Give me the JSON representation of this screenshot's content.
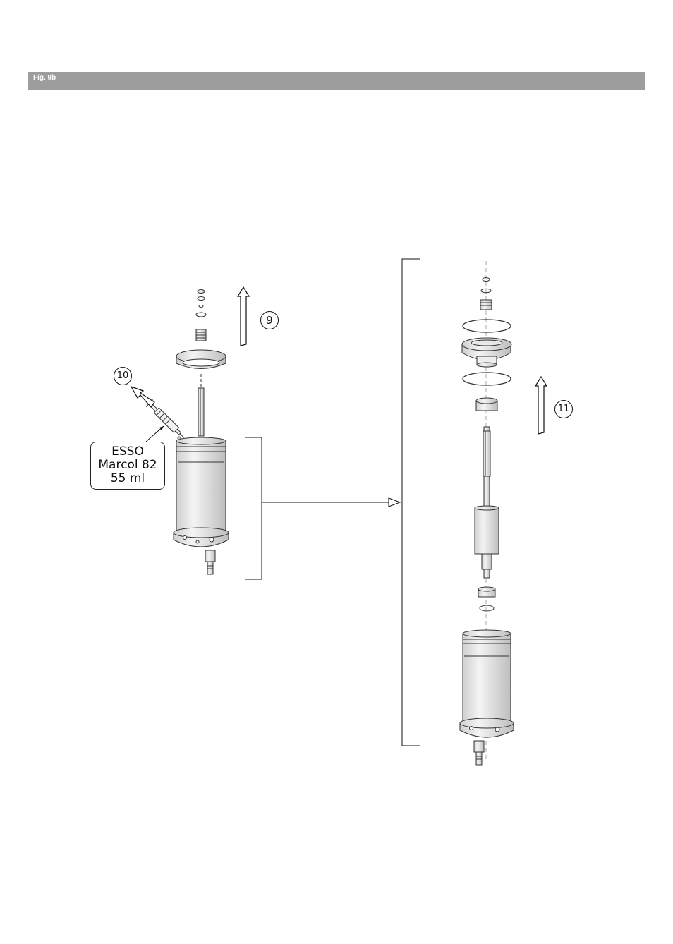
{
  "figure": {
    "label": "Fig. 9b"
  },
  "callout": {
    "line1": "ESSO",
    "line2": "Marcol 82",
    "line3": "55 ml"
  },
  "steps": {
    "step9": "9",
    "step10": "10",
    "step11": "11"
  }
}
